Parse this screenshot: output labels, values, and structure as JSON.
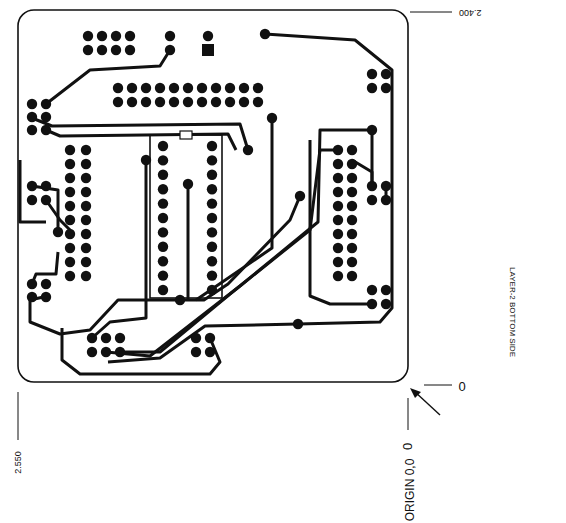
{
  "diagram": {
    "labels": [
      "2.400",
      "2.550",
      "0",
      "0",
      "ORIGIN 0,0",
      "LAYER-2 BOTTOM SIDE"
    ]
  }
}
